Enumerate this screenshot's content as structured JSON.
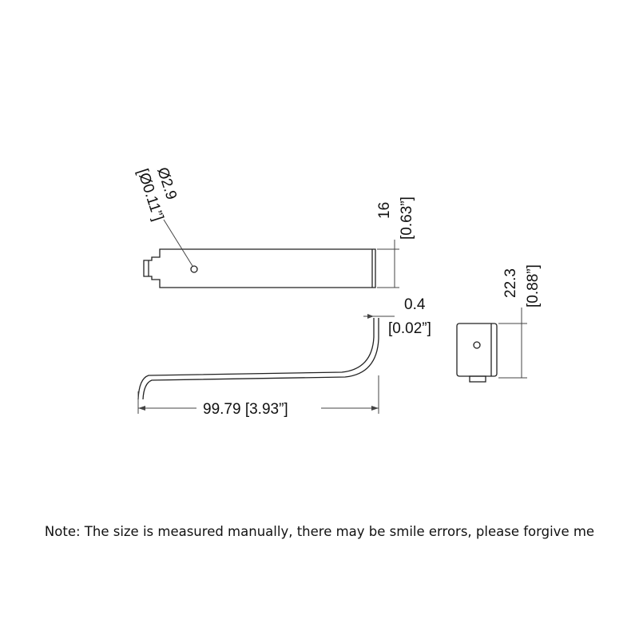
{
  "colors": {
    "line": "#222222",
    "dim": "#444444",
    "text": "#111111",
    "background": "#ffffff"
  },
  "dimensions": {
    "hole_diameter_mm": "Ø2.9",
    "hole_diameter_in": "[Ø0.11”]",
    "height_mm": "16",
    "height_in": "[0.63”]",
    "thickness_mm": "0.4",
    "thickness_in": "[0.02”]",
    "length": "99.79 [3.93”]",
    "end_height_mm": "22.3",
    "end_height_in": "[0.88”]"
  },
  "note": "Note: The size is measured manually, there may be smile errors, please forgive me"
}
